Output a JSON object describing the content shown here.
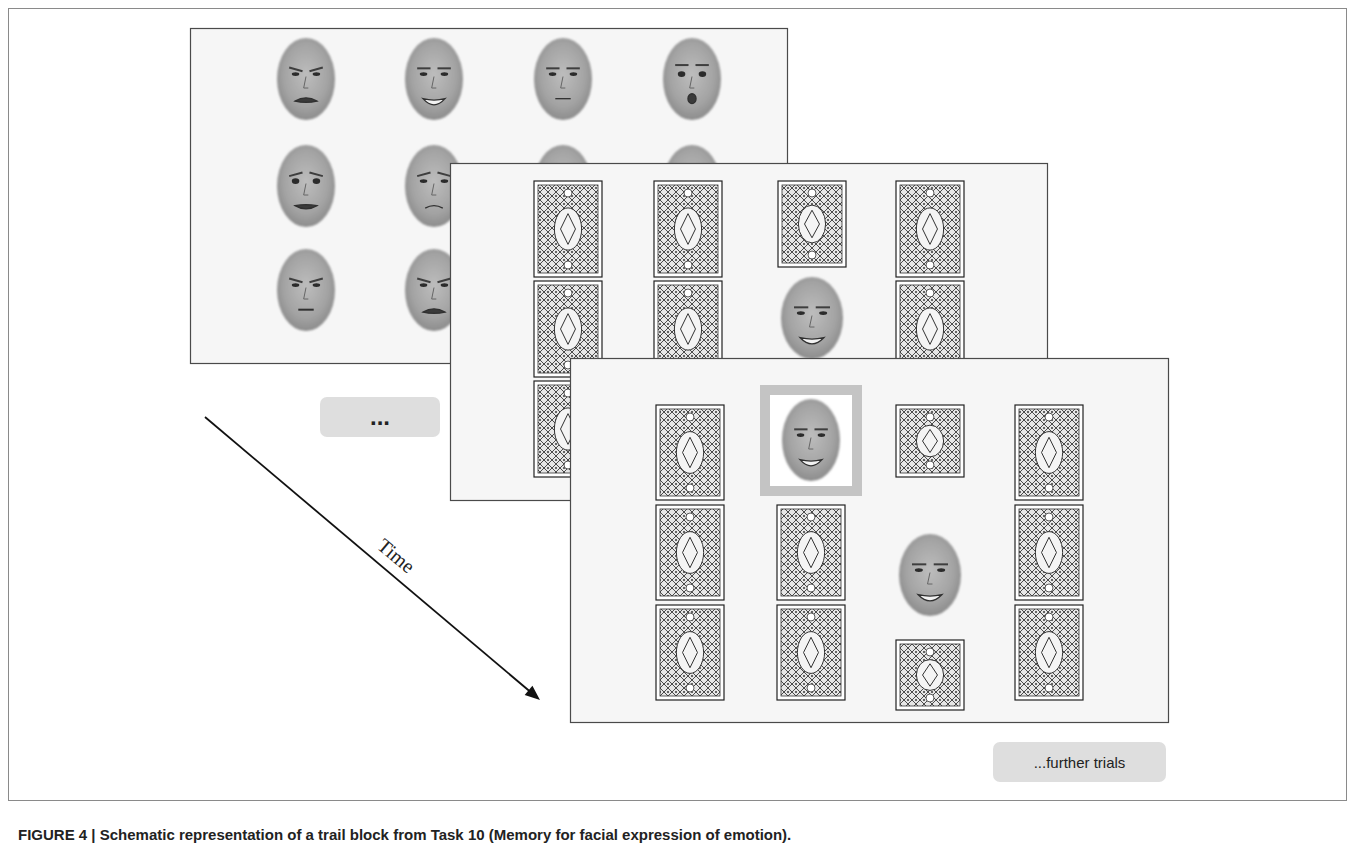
{
  "diagram": {
    "caption": "FIGURE 4 | Schematic representation of a trail block from Task 10 (Memory for facial expression of emotion).",
    "nodes": [
      {
        "text": [
          "..."
        ]
      },
      {
        "text": [
          "...further trials"
        ]
      }
    ],
    "labels": [
      "Time"
    ]
  }
}
